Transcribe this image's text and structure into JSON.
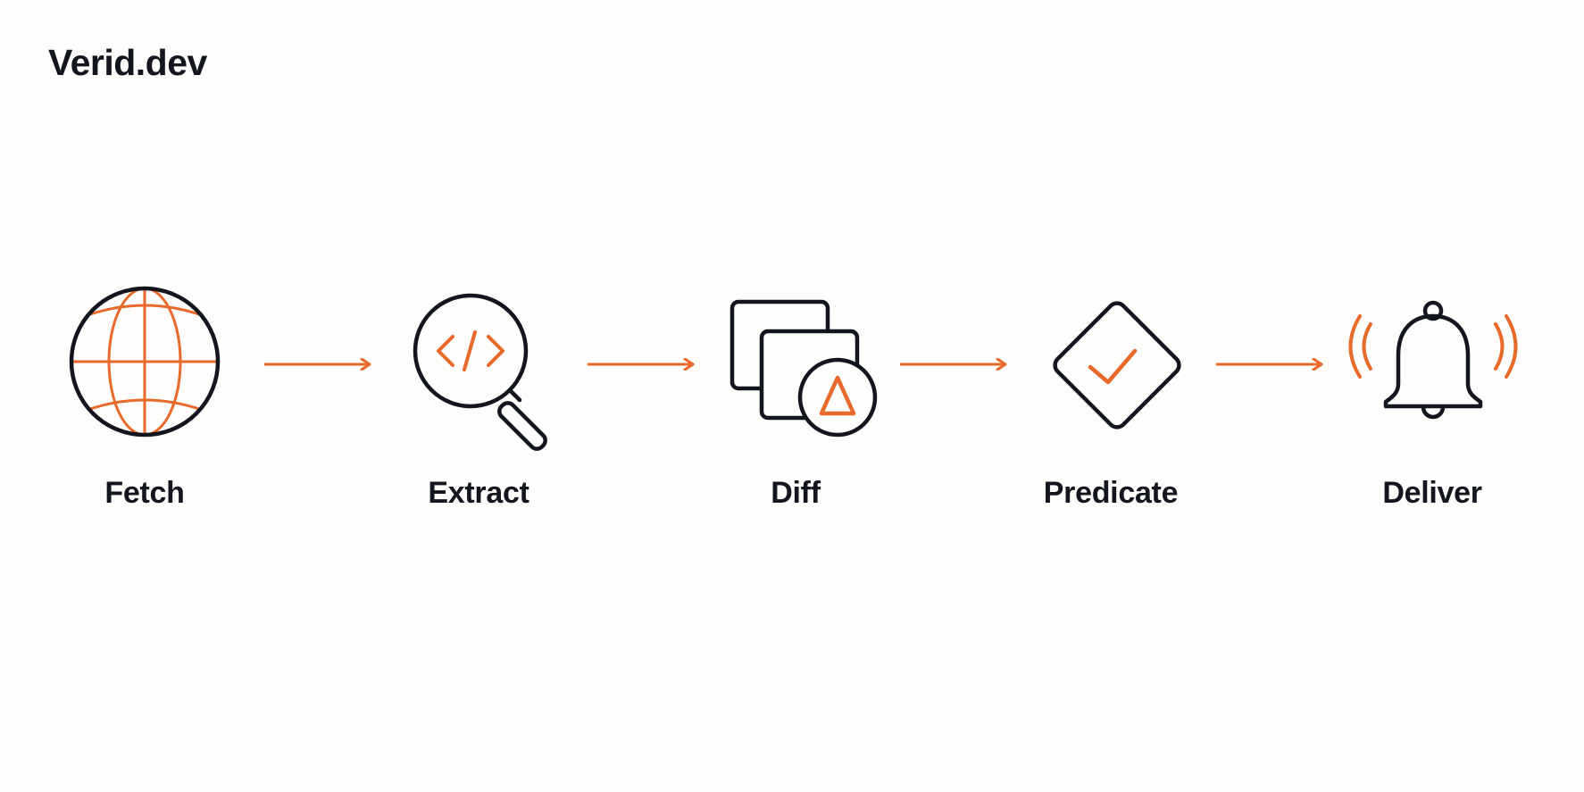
{
  "brand": {
    "title": "Verid.dev"
  },
  "colors": {
    "ink": "#14161f",
    "accent": "#e8692a",
    "background": "#fdfdfc"
  },
  "pipeline": {
    "steps": [
      {
        "label": "Fetch",
        "icon": "globe-icon"
      },
      {
        "label": "Extract",
        "icon": "magnifier-code-icon"
      },
      {
        "label": "Diff",
        "icon": "stacked-pages-delta-icon"
      },
      {
        "label": "Predicate",
        "icon": "diamond-check-icon"
      },
      {
        "label": "Deliver",
        "icon": "ringing-bell-icon"
      }
    ]
  }
}
